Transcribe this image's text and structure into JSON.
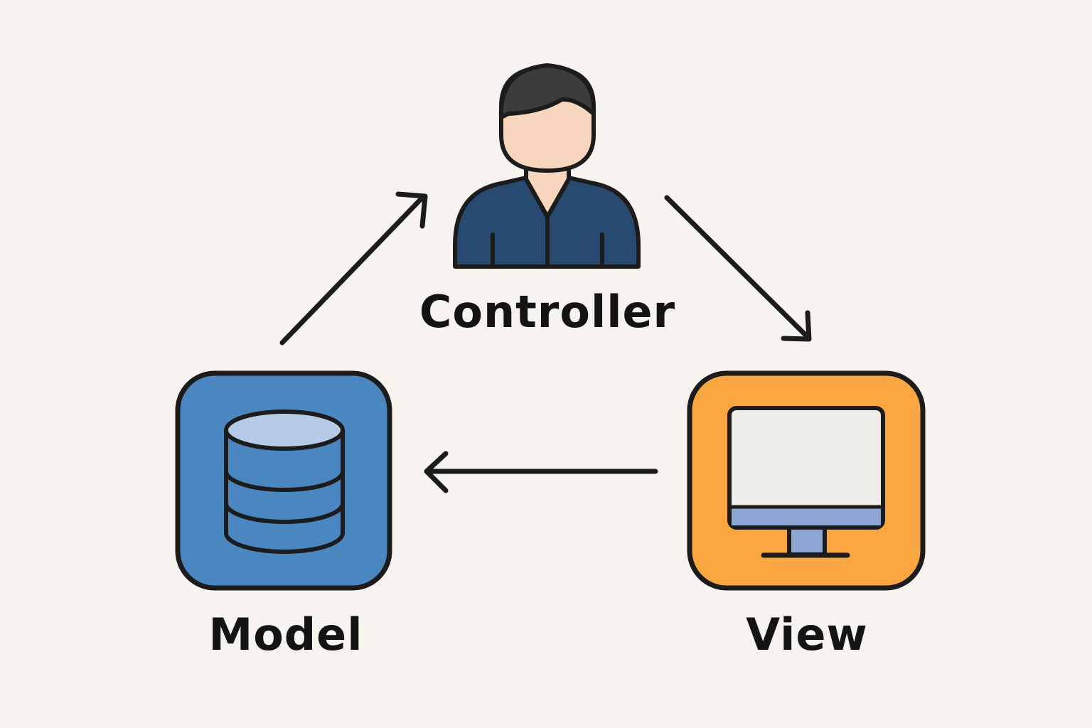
{
  "nodes": {
    "controller": {
      "label": "Controller",
      "icon": "person-icon"
    },
    "model": {
      "label": "Model",
      "icon": "database-icon"
    },
    "view": {
      "label": "View",
      "icon": "monitor-icon"
    }
  },
  "edges": [
    {
      "from": "model",
      "to": "controller"
    },
    {
      "from": "controller",
      "to": "view"
    },
    {
      "from": "view",
      "to": "model"
    }
  ],
  "colors": {
    "background": "#f7f4ef",
    "outline": "#1c1c1c",
    "model_fill": "#4a87c0",
    "model_db_top": "#b6cbe6",
    "view_fill": "#f9a540",
    "view_screen": "#efeeea",
    "view_bar": "#8ea6d4",
    "controller_shirt": "#294a70",
    "controller_skin": "#f8d6bd",
    "controller_hair": "#3c3c3c"
  }
}
